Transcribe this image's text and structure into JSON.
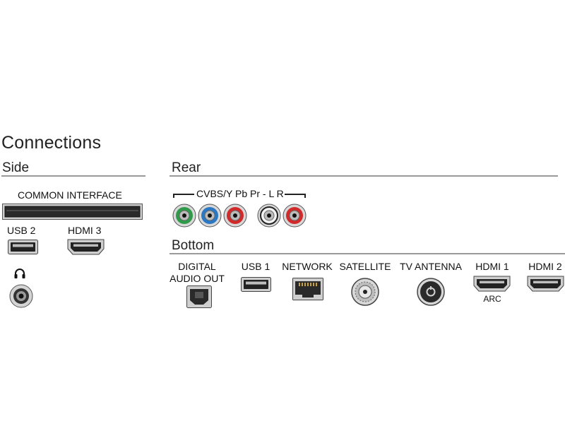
{
  "title": "Connections",
  "sections": {
    "side": "Side",
    "rear": "Rear",
    "bottom": "Bottom"
  },
  "side": {
    "common_interface": "COMMON INTERFACE",
    "usb2": "USB 2",
    "hdmi3": "HDMI 3"
  },
  "rear": {
    "group_label": "CVBS/Y Pb Pr - L R",
    "jack_colors": [
      "#2e9a4a",
      "#2a78c4",
      "#d12a2a",
      "#f2f2f2",
      "#d12a2a"
    ]
  },
  "bottom": {
    "digital_audio_out_1": "DIGITAL",
    "digital_audio_out_2": "AUDIO OUT",
    "usb1": "USB 1",
    "network": "NETWORK",
    "satellite": "SATELLITE",
    "tv_antenna": "TV ANTENNA",
    "hdmi1": "HDMI 1",
    "hdmi1_sub": "ARC",
    "hdmi2": "HDMI 2"
  },
  "icons": {
    "headphone": "headphone-icon",
    "usb": "usb-port-icon",
    "hdmi": "hdmi-port-icon",
    "optical": "optical-audio-port-icon",
    "ethernet": "ethernet-port-icon",
    "coax": "coax-connector-icon",
    "antenna": "antenna-connector-icon",
    "rca": "rca-jack-icon",
    "headphone_jack": "headphone-jack-icon"
  }
}
